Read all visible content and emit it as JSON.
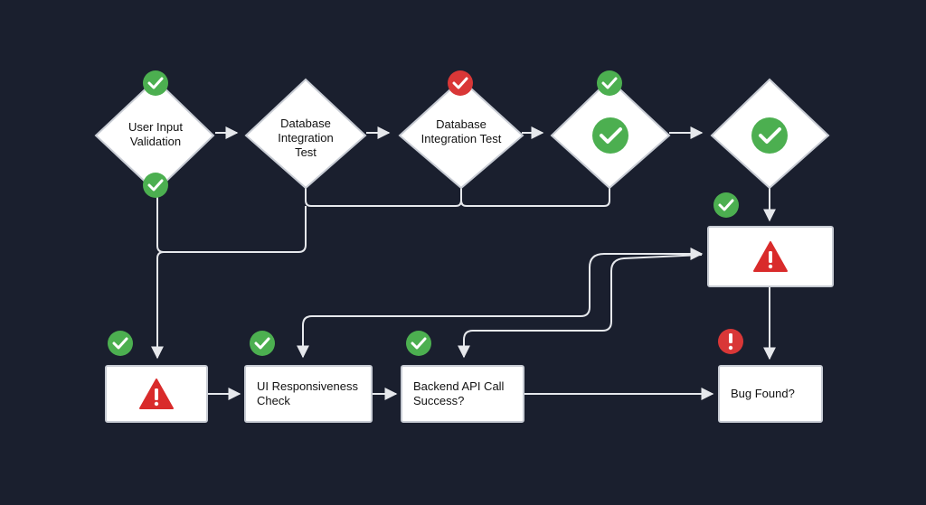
{
  "colors": {
    "background": "#1a1f2e",
    "connector": "#e6e8ec",
    "pass": "#4caf50",
    "fail": "#d93737",
    "warning": "#d92b2b"
  },
  "diamonds": [
    {
      "id": "d1",
      "label": "User Input\nValidation",
      "badges": [
        "pass-icon",
        "pass-icon"
      ]
    },
    {
      "id": "d2",
      "label": "Database\nIntegration\nTest",
      "badges": []
    },
    {
      "id": "d3",
      "label": "Database\nIntegration Test",
      "badges": [
        "fail-icon"
      ]
    },
    {
      "id": "d4",
      "label": "",
      "inner_icon": "check-icon",
      "badges": [
        "pass-icon"
      ]
    },
    {
      "id": "d5",
      "label": "",
      "inner_icon": "check-icon",
      "badges": []
    }
  ],
  "boxes": [
    {
      "id": "warn-box-right",
      "label": "",
      "inner_icon": "warning-icon",
      "badge": "pass-icon"
    },
    {
      "id": "warn-box-left",
      "label": "",
      "inner_icon": "warning-icon",
      "badge": "pass-icon"
    },
    {
      "id": "ui-responsiveness",
      "label": "UI Responsiveness\nCheck",
      "badge": "pass-icon"
    },
    {
      "id": "backend-api",
      "label": "Backend API Call\nSuccess?",
      "badge": "pass-icon"
    },
    {
      "id": "bug-found",
      "label": "Bug Found?",
      "badge": "alert-icon"
    }
  ]
}
